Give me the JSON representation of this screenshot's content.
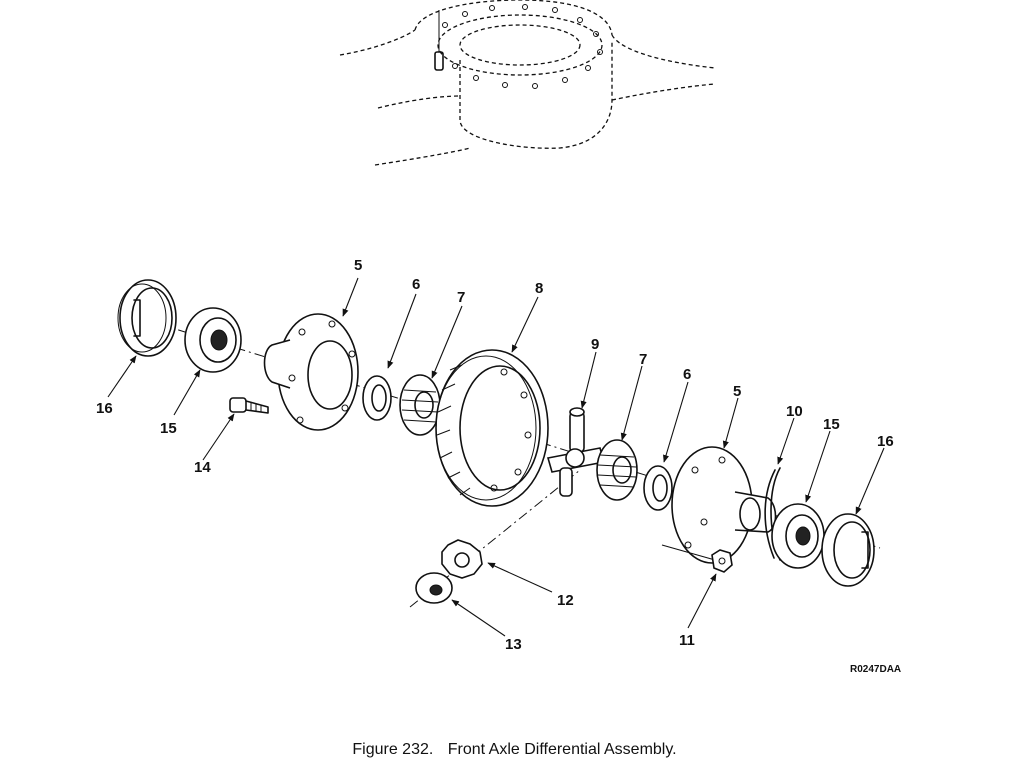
{
  "figure": {
    "number": "Figure  232.",
    "title": "Front Axle Differential Assembly.",
    "drawing_code": "R0247DAA"
  },
  "callouts": [
    "16",
    "15",
    "14",
    "5",
    "6",
    "7",
    "8",
    "9",
    "7",
    "6",
    "5",
    "10",
    "15",
    "16",
    "12",
    "13",
    "11"
  ]
}
